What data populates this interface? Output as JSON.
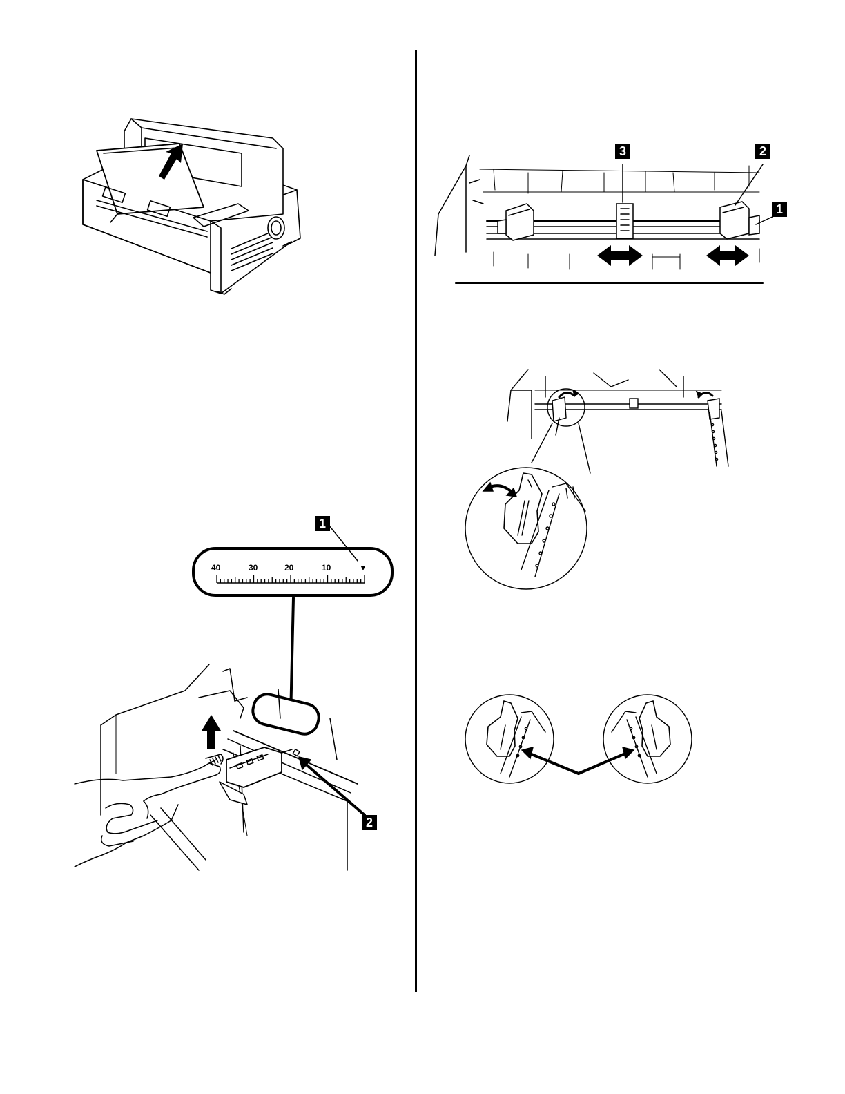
{
  "callouts": {
    "fig_left_bottom": [
      "1",
      "2"
    ],
    "fig_right_top": [
      "3",
      "2",
      "1"
    ]
  },
  "scale": {
    "labels": [
      "40",
      "30",
      "20",
      "10"
    ],
    "marker": "▼"
  }
}
